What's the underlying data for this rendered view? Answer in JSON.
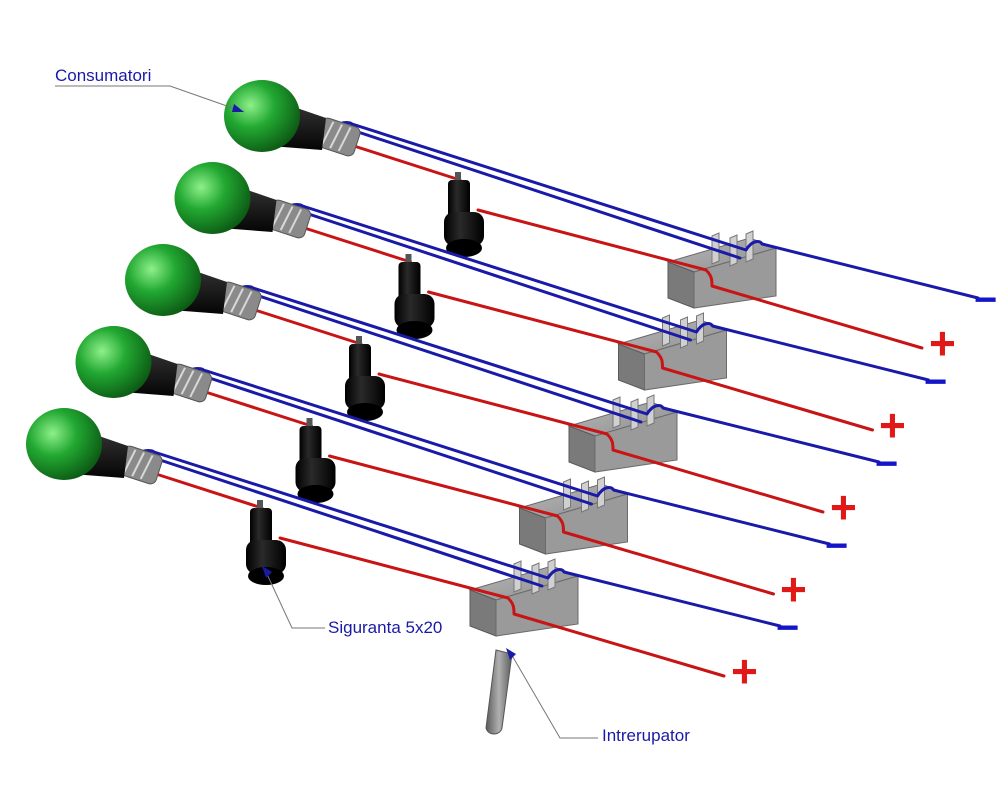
{
  "labels": {
    "consumers": "Consumatori",
    "fuse": "Siguranta 5x20",
    "switch": "Intrerupator"
  },
  "terminals": {
    "plus": "+",
    "minus": "−"
  },
  "colors": {
    "bulb": "#22a832",
    "wire_positive": "#c81414",
    "wire_negative": "#1a1aa8",
    "fuse_body": "#111111",
    "switch_body": "#8a8a8a",
    "plus_sign": "#e01818",
    "minus_sign": "#1414c8",
    "label_text": "#1a1aa8"
  }
}
